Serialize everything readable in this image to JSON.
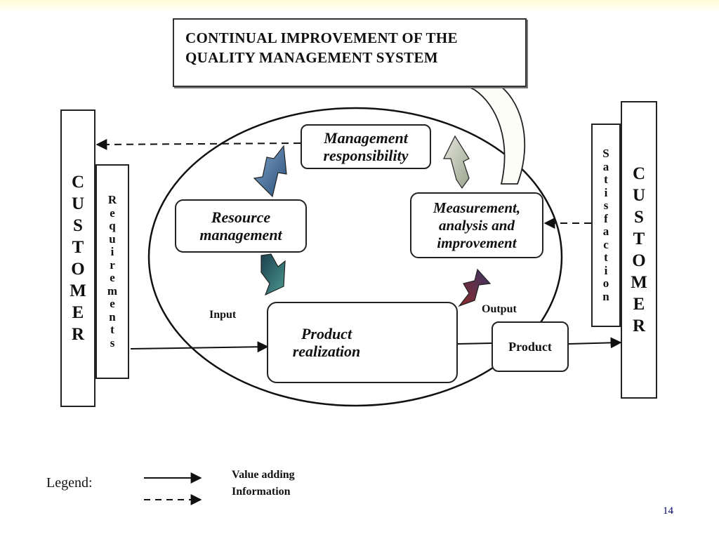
{
  "title": [
    "CONTINUAL IMPROVEMENT OF THE",
    "QUALITY MANAGEMENT SYSTEM"
  ],
  "customer_left": [
    "C",
    "U",
    "S",
    "T",
    "O",
    "M",
    "E",
    "R"
  ],
  "customer_right": [
    "C",
    "U",
    "S",
    "T",
    "O",
    "M",
    "E",
    "R"
  ],
  "requirements": [
    "R",
    "e",
    "q",
    "u",
    "i",
    "r",
    "e",
    "m",
    "e",
    "n",
    "t",
    "s"
  ],
  "satisfaction": [
    "S",
    "a",
    "t",
    "i",
    "s",
    "f",
    "a",
    "c",
    "t",
    "i",
    "o",
    "n"
  ],
  "processes": {
    "management": [
      "Management",
      "responsibility"
    ],
    "resource": [
      "Resource",
      "management"
    ],
    "measurement": [
      "Measurement,",
      "analysis and",
      "improvement"
    ],
    "realization": [
      "Product",
      "realization"
    ]
  },
  "product": "Product",
  "input": "Input",
  "output": "Output",
  "legend": {
    "title": "Legend:",
    "value_adding": "Value adding",
    "information": "Information"
  },
  "page_number": "14"
}
